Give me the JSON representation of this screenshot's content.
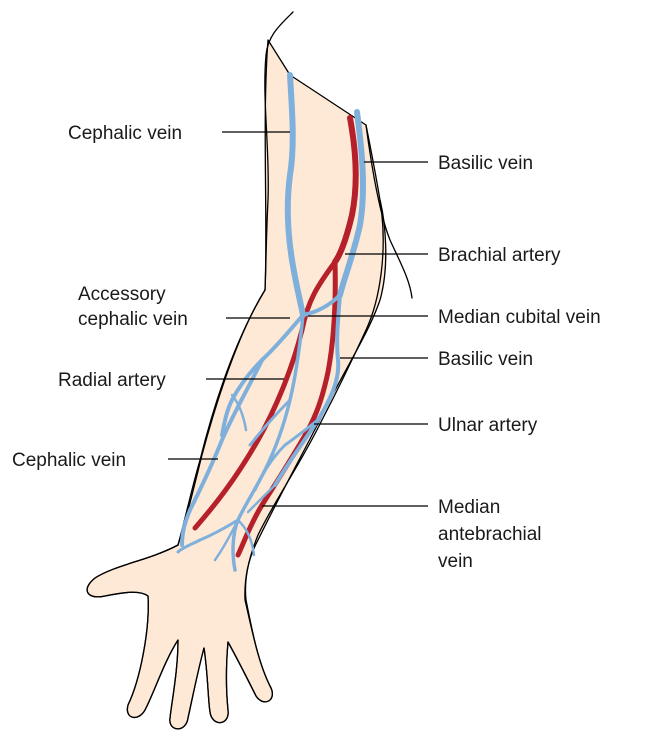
{
  "labels": {
    "cephalic_vein_upper": "Cephalic vein",
    "basilic_vein_upper": "Basilic vein",
    "brachial_artery": "Brachial artery",
    "accessory_cephalic_vein_line1": "Accessory",
    "accessory_cephalic_vein_line2": "cephalic vein",
    "median_cubital_vein": "Median cubital vein",
    "radial_artery": "Radial artery",
    "basilic_vein_lower": "Basilic vein",
    "ulnar_artery": "Ulnar artery",
    "cephalic_vein_lower": "Cephalic vein",
    "median_antebrachial_vein_line1": "Median",
    "median_antebrachial_vein_line2": "antebrachial",
    "median_antebrachial_vein_line3": "vein"
  },
  "colors": {
    "skin": "#fde9d6",
    "artery": "#b5202a",
    "vein": "#7fb0dc",
    "outline": "#000000"
  }
}
